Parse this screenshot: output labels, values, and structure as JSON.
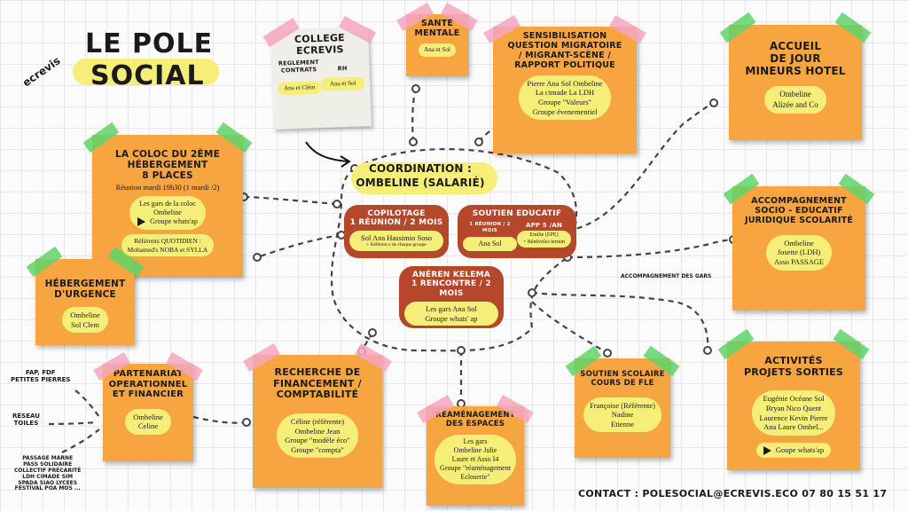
{
  "title": {
    "line1": "LE POLE",
    "line2": "SOCIAL",
    "logo": "ecrevis"
  },
  "coordination": {
    "line1": "COORDINATION :",
    "line2": "OMBELINE (SALARIÉ)"
  },
  "college": {
    "title1": "COLLEGE",
    "title2": "ECREVIS",
    "col1_title": "REGLEMENT CONTRATS",
    "col2_title": "RH",
    "col1_value": "Ana et Clém",
    "col2_value": "Ana et Sol"
  },
  "sante": {
    "title1": "SANTÉ",
    "title2": "MENTALE",
    "value": "Ana et Sol"
  },
  "sensibilisation": {
    "title": [
      "SENSIBILISATION",
      "QUESTION MIGRATOIRE",
      "/ MIGRANT-SCÈNE /",
      "RAPPORT POLITIQUE"
    ],
    "values": [
      "Pierre Ana Sol Ombeline",
      "La cimade La LDH",
      "Groupe \"Valeurs\"",
      "Groupe évenementiel"
    ]
  },
  "accueil": {
    "title": [
      "ACCUEIL",
      "DE JOUR",
      "MINEURS HOTEL"
    ],
    "values": [
      "Ombeline",
      "Alizée and Co"
    ]
  },
  "coloc": {
    "title": [
      "LA COLOC DU 2ÈME",
      "HÉBERGEMENT",
      "8 PLACES"
    ],
    "meeting": "Réunion mardi 19h30 (1 mardi /2)",
    "pill1": [
      "Les gars de la coloc",
      "Ombeline"
    ],
    "whatsapp": "Groupe whats'ap",
    "pill2": [
      "Référents QUOTIDIEN :",
      "Mohamed's NOBA et SYLLA"
    ]
  },
  "urgence": {
    "title": [
      "HÉBERGEMENT",
      "D'URGENCE"
    ],
    "values": [
      "Ombeline",
      "Sol Clem"
    ]
  },
  "copilotage": {
    "title": [
      "COPILOTAGE",
      "1 RÉUNION / 2 MOIS"
    ],
    "value": "Sol Ana Hassimio Soso",
    "note": "+ Référent.e de chaque groupe"
  },
  "soutien_educatif": {
    "title": "SOUTIEN EDUCATIF",
    "sub1": "1 RÉUNION / 2 MOIS",
    "sub2": "APP 5 /AN",
    "value1": "Ana Sol",
    "value2a": "Emilie (EPE)",
    "value2b": "+ Bénévoles terrain"
  },
  "kelema": {
    "title": [
      "ANÉREN KELEMA",
      "1 RENCONTRE / 2 MOIS"
    ],
    "values": [
      "Les gars Ana Sol",
      "Groupe whats' ap"
    ]
  },
  "accompagnement": {
    "title": [
      "ACCOMPAGNEMENT",
      "SOCIO - EDUCATIF",
      "JURIDIQUE SCOLARITÉ"
    ],
    "values": [
      "Ombeline",
      "Josette (LDH)",
      "Asso PASSAGE"
    ],
    "link_label": "ACCOMPAGNEMENT DES GARS"
  },
  "partenariat": {
    "title": [
      "PARTENARIAT",
      "OPERATIONNEL",
      "ET FINANCIER"
    ],
    "values": [
      "Ombeline",
      "Celine"
    ],
    "labels": {
      "a": [
        "FAP, FDF",
        "PETITES PIERRES"
      ],
      "b": [
        "RÉSEAU",
        "TOILES"
      ],
      "c": [
        "PASSAGE MARNE",
        "PASS SOLIDAIRE",
        "COLLECTIF PRÉCARITÉ",
        "LDH CIMADE SIM",
        "SPADA SIAO LYCEES",
        "FESTIVAL POA MOS ..."
      ]
    }
  },
  "recherche": {
    "title": [
      "RECHERCHE DE",
      "FINANCEMENT /",
      "COMPTABILITÉ"
    ],
    "values": [
      "Céline (référente)",
      "Ombeline Jean",
      "Groupe \"modèle éco\"",
      "Groupe \"compta\""
    ]
  },
  "reamenagement": {
    "title": [
      "RÉAMÉNAGEMENT",
      "DES ESPACES"
    ],
    "values": [
      "Les gars",
      "Ombeline Julie",
      "Laure et Asso I4",
      "Groupe \"réaménagement",
      "Ecloserie\""
    ]
  },
  "soutien_scolaire": {
    "title": [
      "SOUTIEN SCOLAIRE",
      "COURS DE FLE"
    ],
    "values": [
      "Françoise (Référente)",
      "Nadine",
      "Etienne"
    ]
  },
  "activites": {
    "title": [
      "ACTIVITÉS",
      "PROJETS SORTIES"
    ],
    "values": [
      "Eugénie Océane Sol",
      "Bryan Nico Quent",
      "Laurence Kevin Pierre",
      "Ana Laure Ombel..."
    ],
    "whatsapp": "Goupe whats'ap"
  },
  "contact": "CONTACT : POLESOCIAL@ECREVIS.ECO 07 80 15 51 17",
  "colors": {
    "note": "#f7a540",
    "pill": "#f5ef7a",
    "red": "#b5472b",
    "tape_green": "#5fd36b",
    "tape_pink": "#f5a6c1"
  }
}
